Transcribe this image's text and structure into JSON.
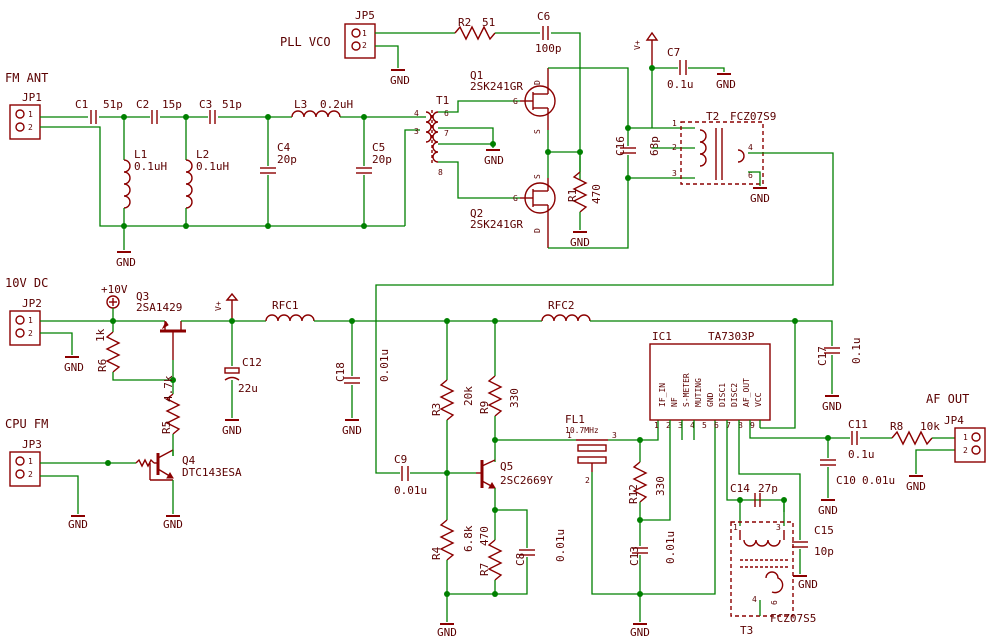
{
  "title": "",
  "connectors": {
    "jp5": {
      "name": "JP5",
      "label": "PLL VCO"
    },
    "jp1": {
      "name": "JP1",
      "label": "FM ANT"
    },
    "jp2": {
      "name": "JP2",
      "label": "10V DC"
    },
    "jp3": {
      "name": "JP3",
      "label": "CPU FM"
    },
    "jp4": {
      "name": "JP4",
      "label": "AF OUT"
    },
    "pin1": "1",
    "pin2": "2"
  },
  "components": {
    "r2": {
      "name": "R2",
      "value": "51"
    },
    "c6": {
      "name": "C6",
      "value": "100p"
    },
    "c7": {
      "name": "C7",
      "value": "0.1u"
    },
    "c1": {
      "name": "C1",
      "value": "51p"
    },
    "c2": {
      "name": "C2",
      "value": "15p"
    },
    "c3": {
      "name": "C3",
      "value": "51p"
    },
    "l3": {
      "name": "L3",
      "value": "0.2uH"
    },
    "l1": {
      "name": "L1",
      "value": "0.1uH"
    },
    "l2": {
      "name": "L2",
      "value": "0.1uH"
    },
    "c4": {
      "name": "C4",
      "value": "20p"
    },
    "c5": {
      "name": "C5",
      "value": "20p"
    },
    "t1": {
      "name": "T1"
    },
    "q1": {
      "name": "Q1",
      "value": "2SK241GR"
    },
    "q2": {
      "name": "Q2",
      "value": "2SK241GR"
    },
    "r1": {
      "name": "R1",
      "value": "470"
    },
    "c16": {
      "name": "C16",
      "value": "68p"
    },
    "t2": {
      "name": "T2",
      "value": "FCZ07S9"
    },
    "q3": {
      "name": "Q3",
      "value": "2SA1429"
    },
    "r6": {
      "name": "R6",
      "value": "1k"
    },
    "r5": {
      "name": "R5",
      "value": "4.7k"
    },
    "q4": {
      "name": "Q4",
      "value": "DTC143ESA"
    },
    "c12": {
      "name": "C12",
      "value": "22u"
    },
    "rfc1": {
      "name": "RFC1"
    },
    "rfc2": {
      "name": "RFC2"
    },
    "c18": {
      "name": "C18",
      "value": "0.01u"
    },
    "r3": {
      "name": "R3",
      "value": "20k"
    },
    "r9": {
      "name": "R9",
      "value": "330"
    },
    "c9": {
      "name": "C9",
      "value": "0.01u"
    },
    "q5": {
      "name": "Q5",
      "value": "2SC2669Y"
    },
    "r4": {
      "name": "R4",
      "value": "6.8k"
    },
    "r7": {
      "name": "R7",
      "value": "470"
    },
    "c8": {
      "name": "C8",
      "value": "0.01u"
    },
    "fl1": {
      "name": "FL1",
      "value": "10.7MHz"
    },
    "r12": {
      "name": "R12",
      "value": "330"
    },
    "c13": {
      "name": "C13",
      "value": "0.01u"
    },
    "ic1": {
      "name": "IC1",
      "value": "TA7303P",
      "pins": [
        "IF_IN",
        "NF",
        "S-METER",
        "MUTING",
        "GND",
        "DISC1",
        "DISC2",
        "AF_OUT",
        "VCC"
      ]
    },
    "c14": {
      "name": "C14",
      "value": "27p"
    },
    "c15": {
      "name": "C15",
      "value": "10p"
    },
    "t3": {
      "name": "T3",
      "value": "FCZ07S5"
    },
    "c17": {
      "name": "C17",
      "value": "0.1u"
    },
    "c11": {
      "name": "C11",
      "value": "0.1u"
    },
    "r8": {
      "name": "R8",
      "value": "10k"
    },
    "c10": {
      "name": "C10",
      "value": "0.01u"
    }
  },
  "supplies": {
    "gnd": "GND",
    "vplus": "V+",
    "plus10v": "+10V"
  },
  "pin_labels": {
    "drain": "D",
    "source": "S",
    "gate": "G",
    "t1": [
      "4",
      "3",
      "6",
      "7",
      "8"
    ],
    "t2": [
      "1",
      "2",
      "3",
      "4",
      "6"
    ],
    "t3": [
      "1",
      "3",
      "4",
      "6"
    ],
    "ic": [
      "1",
      "2",
      "3",
      "4",
      "5",
      "6",
      "7",
      "8",
      "9"
    ],
    "fl1": [
      "1",
      "3",
      "2"
    ]
  }
}
